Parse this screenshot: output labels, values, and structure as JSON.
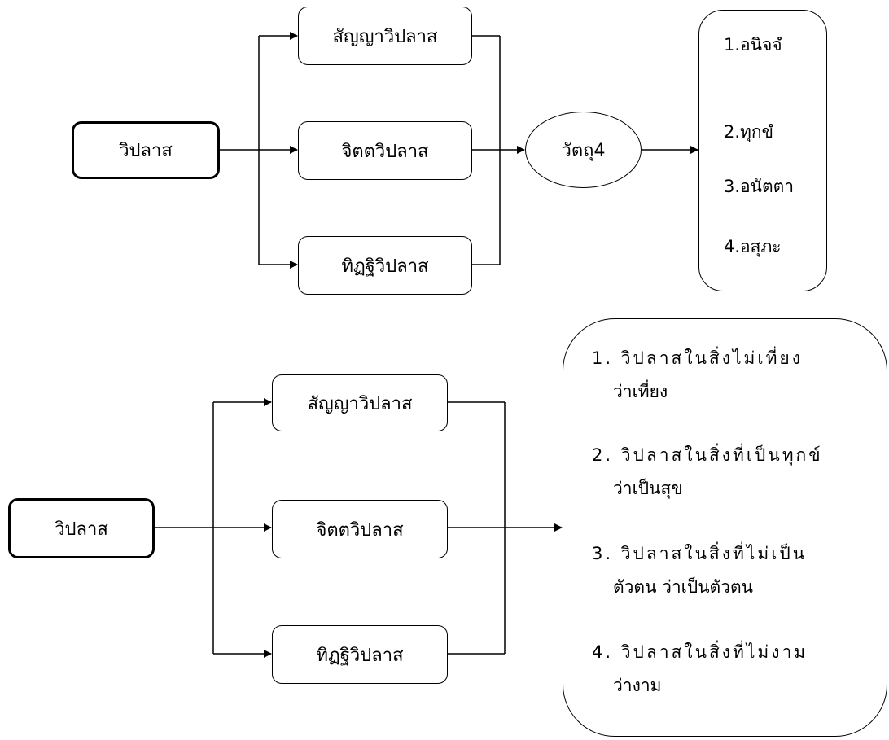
{
  "diagram_top": {
    "root": "วิปลาส",
    "branches": [
      "สัญญาวิปลาส",
      "จิตตวิปลาส",
      "ทิฏฐิวิปลาส"
    ],
    "target": "วัตถุ4",
    "items": [
      "1.อนิจจํ",
      "2.ทุกขํ",
      "3.อนัตตา",
      "4.อสุภะ"
    ]
  },
  "diagram_bottom": {
    "root": "วิปลาส",
    "branches": [
      "สัญญาวิปลาส",
      "จิตตวิปลาส",
      "ทิฏฐิวิปลาส"
    ],
    "items": [
      {
        "line1": "1. วิปลาสในสิ่งไม่เที่ยง",
        "line2": "ว่าเที่ยง"
      },
      {
        "line1": "2. วิปลาสในสิ่งที่เป็นทุกข์",
        "line2": "ว่าเป็นสุข"
      },
      {
        "line1": "3. วิปลาสในสิ่งที่ไม่เป็น",
        "line2": "ตัวตน ว่าเป็นตัวตน"
      },
      {
        "line1": "4. วิปลาสในสิ่งที่ไม่งาม",
        "line2": "ว่างาม"
      }
    ]
  }
}
